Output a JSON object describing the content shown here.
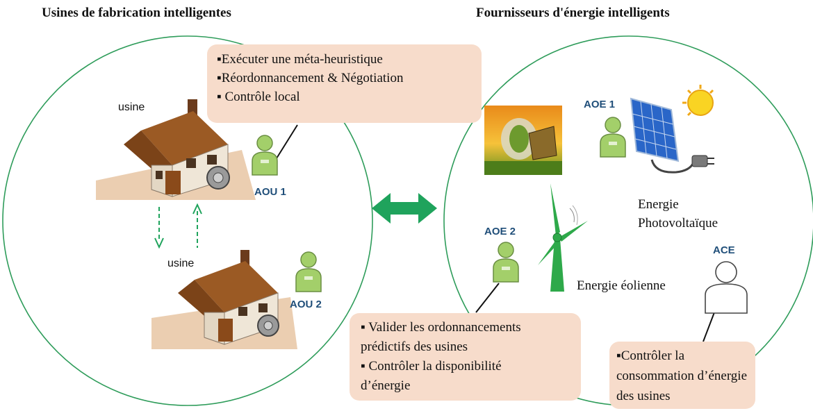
{
  "titles": {
    "factories": "Usines de fabrication intelligentes",
    "suppliers": "Fournisseurs d'énergie intelligents"
  },
  "callout_factory": {
    "lines": [
      "▪Exécuter une méta-heuristique",
      "▪Réordonnancement & Négotiation",
      "▪ Contrôle local"
    ]
  },
  "callout_validate": {
    "lines": [
      "▪ Valider les ordonnancements",
      "prédictifs  des usines",
      "▪ Contrôler la disponibilité",
      "d’énergie"
    ]
  },
  "callout_consumption": {
    "lines": [
      "▪Contrôler  la",
      "consommation  d’énergie",
      "des usines"
    ]
  },
  "labels": {
    "usine_1": "usine",
    "usine_2": "usine",
    "aou1": "AOU 1",
    "aou2": "AOU 2",
    "aoe1": "AOE 1",
    "aoe2": "AOE 2",
    "ace": "ACE",
    "pv_line1": "Energie",
    "pv_line2": "Photovoltaïque",
    "wind": "Energie éolienne"
  },
  "colors": {
    "circle": "#2e9c5a",
    "arrow": "#1fa35c",
    "callout_bg": "#f7dccb",
    "agent_label": "#1f4e79",
    "agent_body": "#a3cf6a"
  },
  "icons": {
    "factory": "factory-house-icon",
    "agent": "person-agent-icon",
    "solar": "solar-panel-icon",
    "sun": "sun-icon",
    "wind": "wind-turbine-icon",
    "controller": "person-outline-icon",
    "exchange": "double-arrow-icon"
  }
}
